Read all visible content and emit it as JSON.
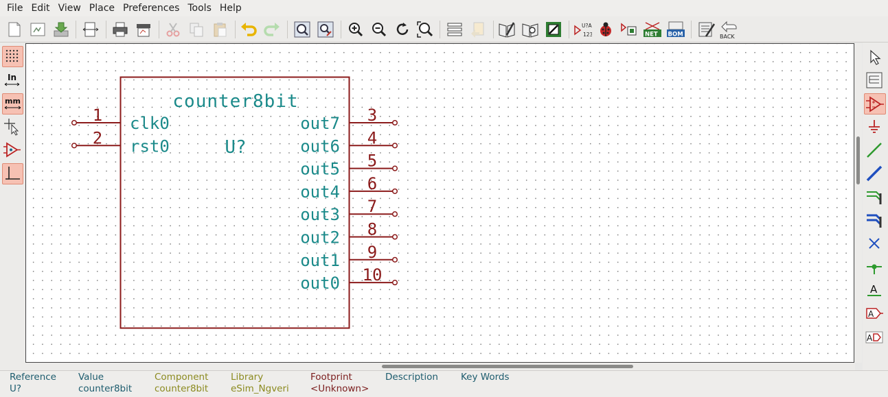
{
  "menu": [
    "File",
    "Edit",
    "View",
    "Place",
    "Preferences",
    "Tools",
    "Help"
  ],
  "toolbar": {
    "annotate_label": "U?A",
    "annotate_sub": "123",
    "netlist_label": "NET",
    "bom_label": "BOM",
    "back_label": "BACK"
  },
  "left_toolbar": {
    "units_in_label": "In",
    "units_mm_label": "mm"
  },
  "right_toolbar": {
    "text_label": "A"
  },
  "component": {
    "name": "counter8bit",
    "reference": "U?",
    "left_pins": [
      {
        "number": "1",
        "name": "clk0"
      },
      {
        "number": "2",
        "name": "rst0"
      }
    ],
    "right_pins": [
      {
        "number": "3",
        "name": "out7"
      },
      {
        "number": "4",
        "name": "out6"
      },
      {
        "number": "5",
        "name": "out5"
      },
      {
        "number": "6",
        "name": "out4"
      },
      {
        "number": "7",
        "name": "out3"
      },
      {
        "number": "8",
        "name": "out2"
      },
      {
        "number": "9",
        "name": "out1"
      },
      {
        "number": "10",
        "name": "out0"
      }
    ]
  },
  "message_panel": [
    {
      "label": "Reference",
      "value": "U?",
      "color": "#1d5c6e"
    },
    {
      "label": "Value",
      "value": "counter8bit",
      "color": "#1d5c6e"
    },
    {
      "label": "Component",
      "value": "counter8bit",
      "color": "#8b8a1f"
    },
    {
      "label": "Library",
      "value": "eSim_Ngveri",
      "color": "#8b8a1f"
    },
    {
      "label": "Footprint",
      "value": "<Unknown>",
      "color": "#7a1c1c"
    },
    {
      "label": "Description",
      "value": "",
      "color": "#1d5c6e"
    },
    {
      "label": "Key Words",
      "value": "",
      "color": "#1d5c6e"
    }
  ],
  "colors": {
    "pin": "#8b1a1a",
    "text": "#1b8a8a",
    "body": "#8b1a1a"
  }
}
